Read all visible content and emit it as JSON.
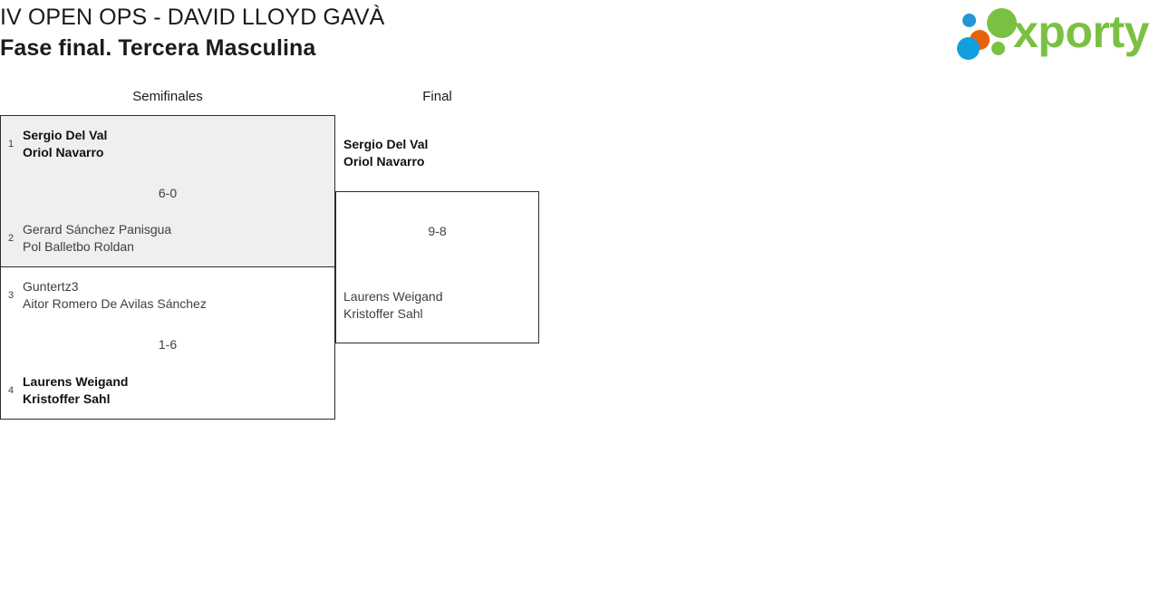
{
  "header": {
    "tournament_title": "IV OPEN OPS - DAVID LLOYD GAVÀ",
    "stage_title": "Fase final. Tercera Masculina",
    "logo": {
      "wordmark": "xporty",
      "dot_colors": {
        "blue": "#11a0dd",
        "blue_small": "#2196d3",
        "orange": "#e8620c",
        "green": "#7ac143"
      },
      "wordmark_color": "#7ac143"
    }
  },
  "bracket": {
    "rounds": [
      {
        "name": "semifinals",
        "label": "Semifinales"
      },
      {
        "name": "final",
        "label": "Final"
      }
    ],
    "matches": {
      "semifinal_1": {
        "highlighted": true,
        "score": "6-0",
        "top": {
          "seed": "1",
          "players": [
            "Sergio Del Val",
            "Oriol Navarro"
          ],
          "result": "winner"
        },
        "bottom": {
          "seed": "2",
          "players": [
            "Gerard Sánchez Panisgua",
            "Pol Balletbo Roldan"
          ],
          "result": "loser"
        }
      },
      "semifinal_2": {
        "highlighted": false,
        "score": "1-6",
        "top": {
          "seed": "3",
          "players": [
            "Guntertz3",
            "Aitor Romero De Avilas Sánchez"
          ],
          "result": "loser"
        },
        "bottom": {
          "seed": "4",
          "players": [
            "Laurens Weigand",
            "Kristoffer Sahl"
          ],
          "result": "winner"
        }
      },
      "final": {
        "highlighted": false,
        "score": "9-8",
        "top": {
          "players": [
            "Sergio Del Val",
            "Oriol Navarro"
          ],
          "result": "winner"
        },
        "bottom": {
          "players": [
            "Laurens Weigand",
            "Kristoffer Sahl"
          ],
          "result": "loser"
        }
      }
    }
  }
}
